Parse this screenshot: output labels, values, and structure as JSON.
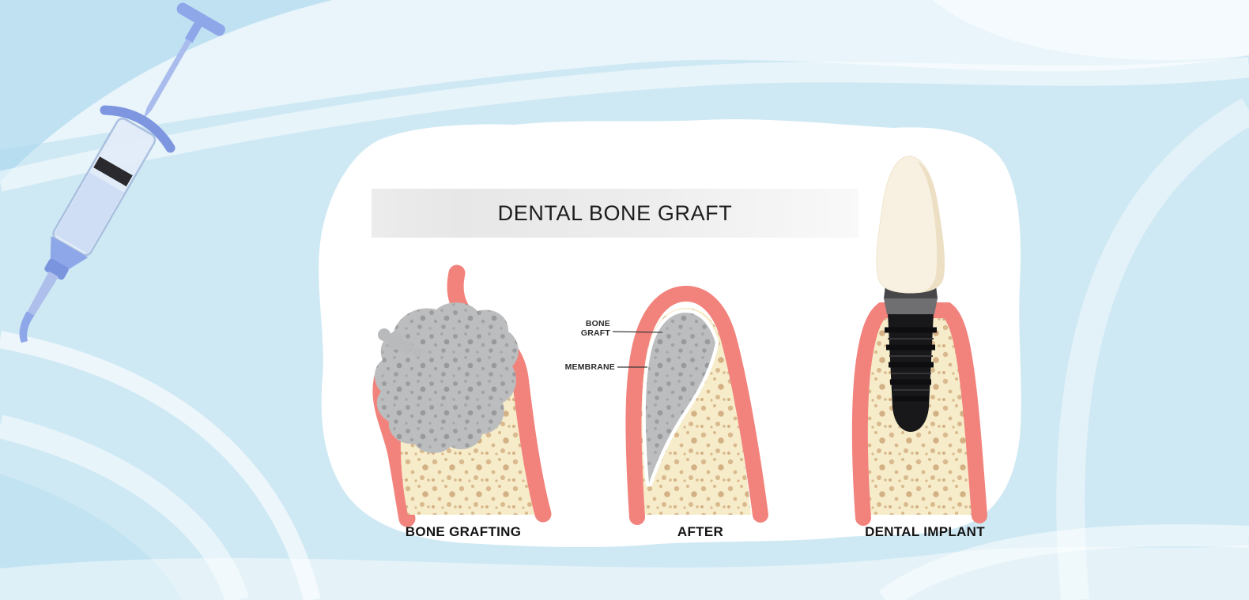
{
  "illustration": {
    "title": "DENTAL BONE GRAFT",
    "stages": [
      {
        "caption": "BONE GRAFTING"
      },
      {
        "caption": "AFTER"
      },
      {
        "caption": "DENTAL IMPLANT"
      }
    ],
    "annotations": {
      "bone_graft_line1": "BONE",
      "bone_graft_line2": "GRAFT",
      "membrane": "MEMBRANE"
    },
    "palette": {
      "background_blue": "#cfe9f4",
      "wave_white": "#ffffff",
      "panel_white": "#ffffff",
      "banner_gray": "#e9e9e9",
      "gum_pink": "#f2837c",
      "bone_cream": "#f6ecca",
      "bone_speckle": "#d9b98d",
      "graft_gray": "#bcbdbe",
      "graft_speckle": "#9c9d9f",
      "membrane_white": "#ffffff",
      "implant_black": "#1c1c1e",
      "abutment_gray": "#6f6f72",
      "crown_ivory": "#f8f1e1",
      "syringe_blue": "#8ea7e8",
      "syringe_barrel": "#e3edf9",
      "text_dark": "#1d1d1d"
    }
  }
}
